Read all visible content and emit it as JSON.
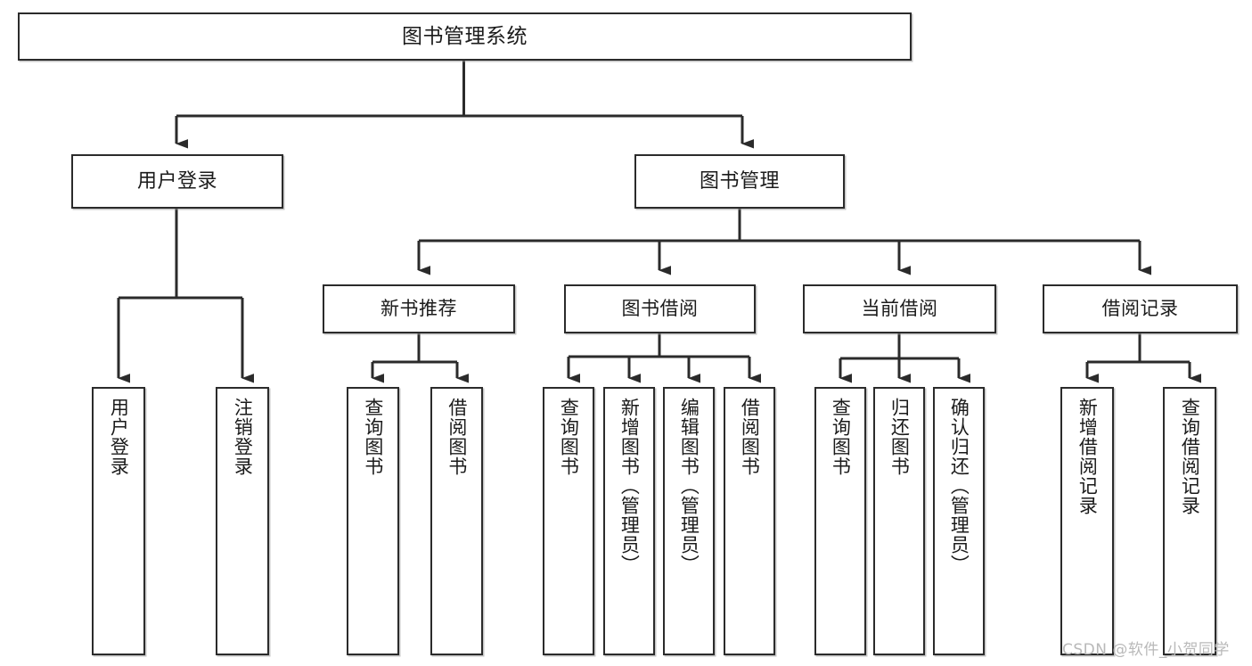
{
  "diagram": {
    "kind": "function-tree",
    "title": "图书管理系统",
    "root": {
      "label": "图书管理系统"
    },
    "level1": [
      {
        "label": "用户登录"
      },
      {
        "label": "图书管理"
      }
    ],
    "level2": [
      {
        "label": "新书推荐"
      },
      {
        "label": "图书借阅"
      },
      {
        "label": "当前借阅"
      },
      {
        "label": "借阅记录"
      }
    ],
    "leaves": {
      "user_login": [
        {
          "label": "用户登录"
        },
        {
          "label": "注销登录"
        }
      ],
      "new_book_recommend": [
        {
          "label": "查询图书"
        },
        {
          "label": "借阅图书"
        }
      ],
      "book_borrow": [
        {
          "label": "查询图书"
        },
        {
          "label": "新增图书（管理员）"
        },
        {
          "label": "编辑图书（管理员）"
        },
        {
          "label": "借阅图书"
        }
      ],
      "current_borrow": [
        {
          "label": "查询图书"
        },
        {
          "label": "归还图书"
        },
        {
          "label": "确认归还（管理员）"
        }
      ],
      "borrow_record": [
        {
          "label": "新增借阅记录"
        },
        {
          "label": "查询借阅记录"
        }
      ]
    }
  },
  "watermark": {
    "text": "CSDN @软件_小贺同学"
  },
  "colors": {
    "stroke": "#2b2b2b",
    "box_fill": "#ffffff",
    "text": "#1b1b1b",
    "watermark": "#b9b9b9",
    "background": "#ffffff"
  }
}
